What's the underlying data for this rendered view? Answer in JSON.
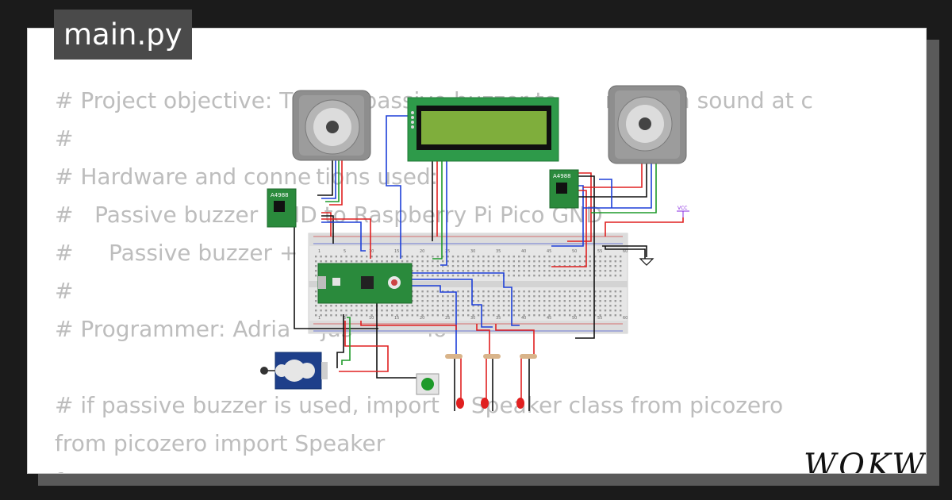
{
  "tab": {
    "filename": "main.py"
  },
  "code_lines": [
    "# Project objective: T",
    "#",
    "# Hardware and conne",
    "#   Passive buzzer",
    "#     Passive buzzer +",
    "#",
    "# Programmer: Adria",
    "",
    "# if passive buzzer is used, import",
    "from picozero import Speaker",
    "f"
  ],
  "code_fragments": {
    "line1_tail": "a passive buzzer to",
    "line1_end": "n alarm sound at c",
    "line3_tail": "tions used:",
    "line4_tail": "ND to Raspberry Pi Pico GND",
    "line7_tail": "jus",
    "line7_end": "io",
    "line9_tail": "Speaker class from picozero"
  },
  "components": {
    "driver_left_label": "A4988",
    "driver_right_label": "A4988",
    "vcc_label": "VCC",
    "breadboard_numbers": [
      "1",
      "5",
      "10",
      "15",
      "20",
      "25",
      "30",
      "35",
      "40",
      "45",
      "50",
      "55",
      "60"
    ]
  },
  "brand": {
    "logo_text": "WOKWi"
  },
  "colors": {
    "wire_red": "#e02020",
    "wire_black": "#111111",
    "wire_blue": "#1d3fd8",
    "wire_green": "#1e9a2a",
    "pcb_green": "#2a8a3c",
    "motor_gray": "#8e8e8e"
  }
}
